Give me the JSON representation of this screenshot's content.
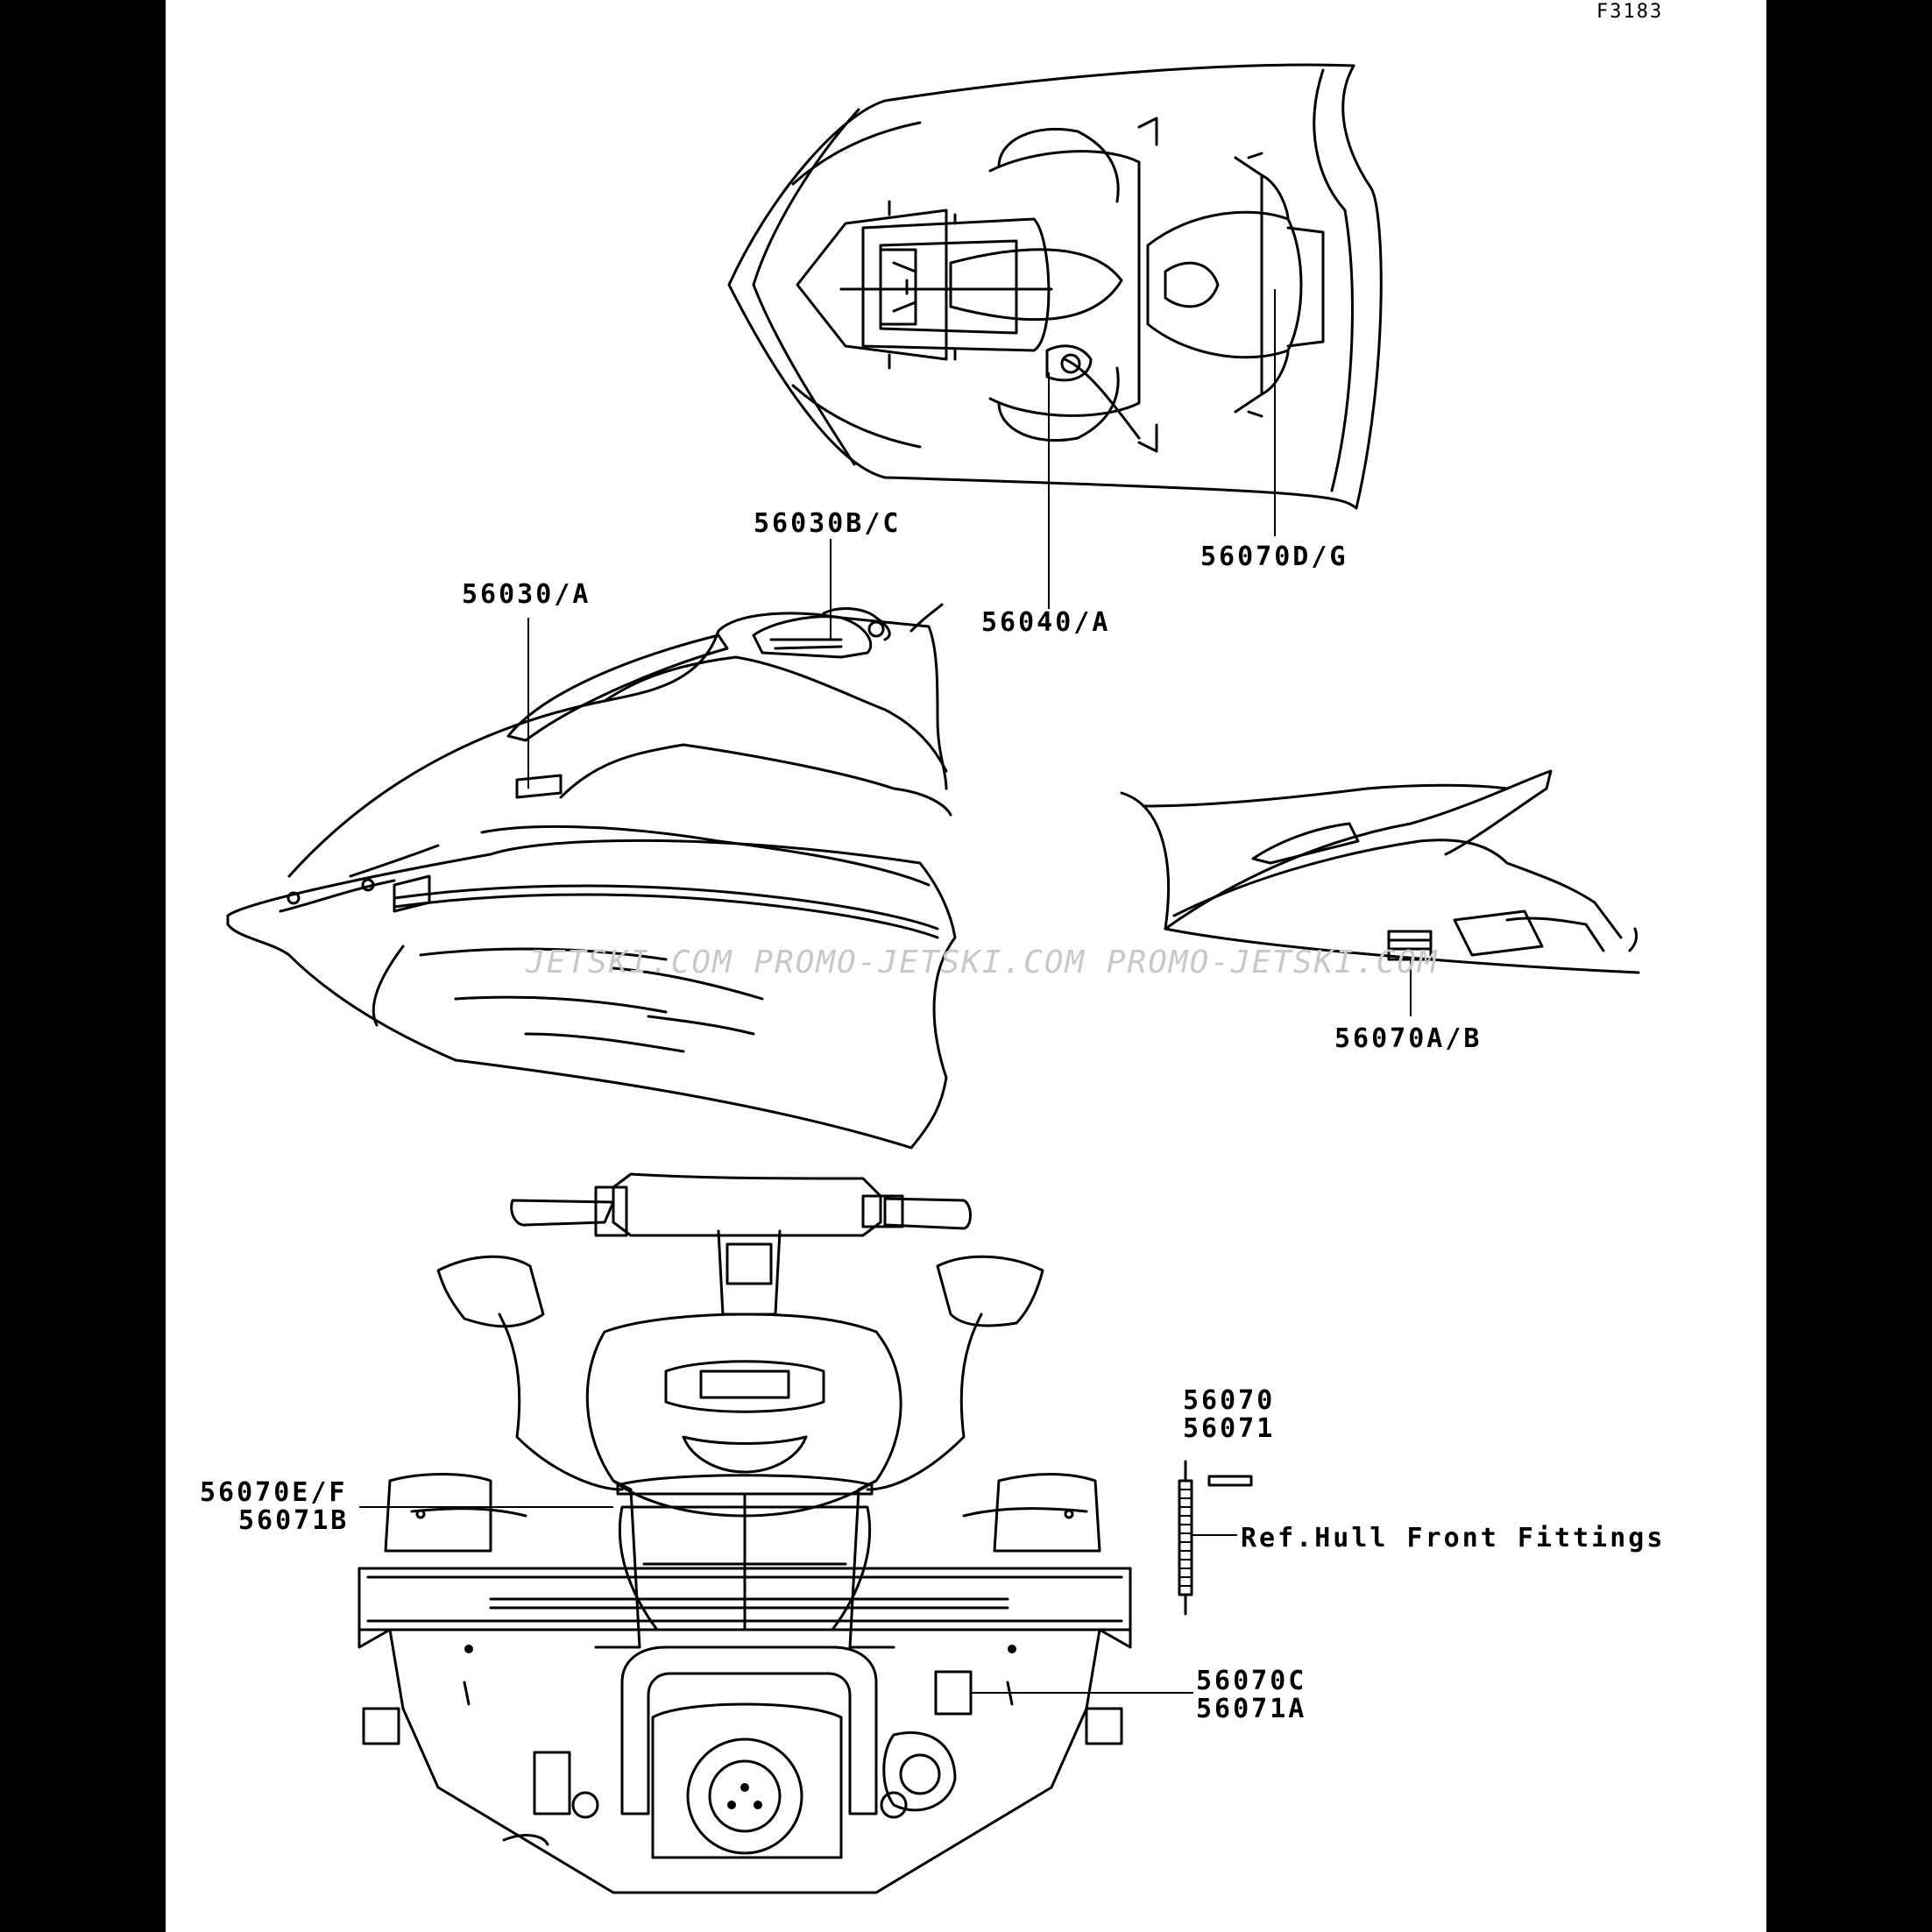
{
  "figure_code": "F3183",
  "watermark": "JETSKI.COM  PROMO-JETSKI.COM  PROMO-JETSKI.COM",
  "callouts": {
    "top_d_g": "56070D/G",
    "top_40": "56040/A",
    "side_b_c": "56030B/C",
    "side_a": "56030/A",
    "side_rear_a_b": "56070A/B",
    "rear_70": "56070",
    "rear_71": "56071",
    "ref_hull": "Ref.Hull Front Fittings",
    "rear_e_f": "56070E/F",
    "rear_71b": "56071B",
    "rear_70c": "56070C",
    "rear_71a": "56071A"
  }
}
